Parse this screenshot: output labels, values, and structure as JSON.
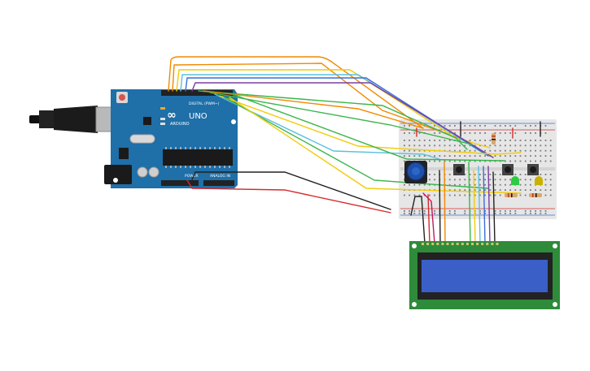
{
  "arduino": {
    "brand": "UNO",
    "logo_text": "ARDUINO",
    "digital_label": "DIGITAL (PWM~)",
    "power_label": "POWER",
    "analog_label": "ANALOG IN",
    "board_color": "#1f6fa8",
    "reset_color": "#d9534f"
  },
  "breadboard": {
    "color": "#e6e6e6"
  },
  "lcd": {
    "board_color": "#2e8b3a",
    "screen_color": "#3a5fc7"
  },
  "wire_colors": {
    "orange": "#f08a00",
    "yellow": "#f2cc0c",
    "green": "#39b54a",
    "cyan": "#5bc0de",
    "blue": "#3a6fd8",
    "purple": "#7b3fa0",
    "black": "#222222",
    "red": "#d62b2b",
    "magenta": "#c2185b"
  }
}
